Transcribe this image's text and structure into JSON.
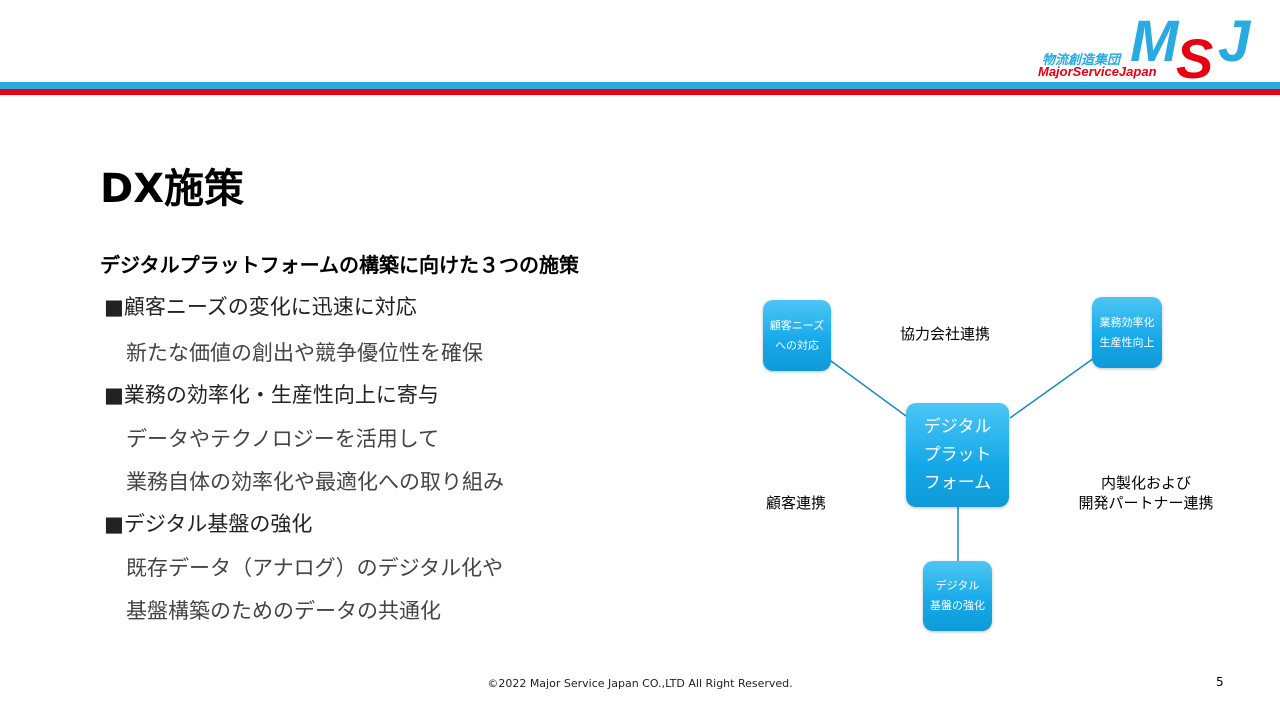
{
  "logo": {
    "jp": "物流創造集団",
    "en": "MajorServiceJapan",
    "m": "M",
    "s": "S",
    "j": "J"
  },
  "title": "DX施策",
  "subtitle": "デジタルプラットフォームの構築に向けた３つの施策",
  "items": [
    {
      "head": "■顧客ニーズの変化に迅速に対応",
      "lines": [
        "新たな価値の創出や競争優位性を確保"
      ]
    },
    {
      "head": "■業務の効率化・生産性向上に寄与",
      "lines": [
        "データやテクノロジーを活用して",
        "業務自体の効率化や最適化への取り組み"
      ]
    },
    {
      "head": "■デジタル基盤の強化",
      "lines": [
        "既存データ（アナログ）のデジタル化や",
        "基盤構築のためのデータの共通化"
      ]
    }
  ],
  "diagram": {
    "center": "デジタル\nプラット\nフォーム",
    "node_customer": "顧客ニーズ\nへの対応",
    "node_efficiency": "業務効率化\n生産性向上",
    "node_base": "デジタル\n基盤の強化",
    "label_partner": "協力会社連携",
    "label_customer": "顧客連携",
    "label_dev": "内製化および\n開発パートナー連携"
  },
  "footer": "©2022 Major Service Japan CO.,LTD All Right Reserved.",
  "page_number": "5"
}
